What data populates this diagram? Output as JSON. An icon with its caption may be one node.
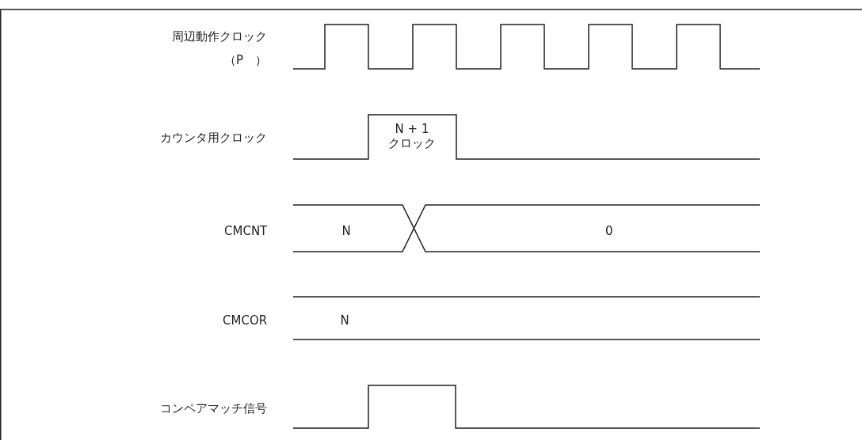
{
  "diagram": {
    "labels": [
      "周辺動作クロック",
      "（P　）",
      "カウンタ用クロック",
      "N + 1 クロック",
      "CMCNT",
      "N",
      "0",
      "CMCOR",
      "N",
      "コンペアマッチ信号"
    ]
  }
}
